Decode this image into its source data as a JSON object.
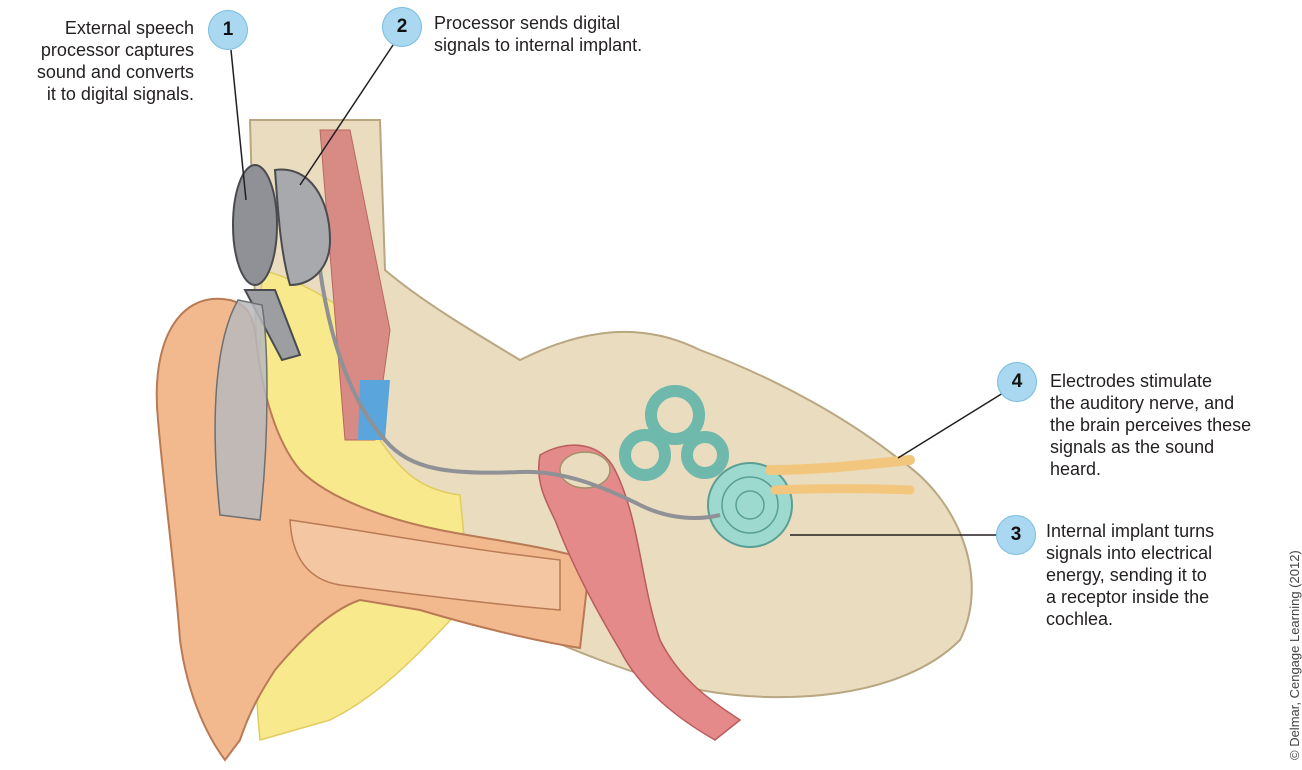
{
  "callouts": [
    {
      "number": "1",
      "lines": [
        "External speech",
        "processor captures",
        "sound and converts",
        "it to digital signals."
      ]
    },
    {
      "number": "2",
      "lines": [
        "Processor sends digital",
        "signals to internal implant."
      ]
    },
    {
      "number": "3",
      "lines": [
        "Internal implant turns",
        "signals into electrical",
        "energy, sending it to",
        "a receptor inside the",
        "cochlea."
      ]
    },
    {
      "number": "4",
      "lines": [
        "Electrodes stimulate",
        "the auditory nerve, and",
        "the brain perceives these",
        "signals as the sound",
        "heard."
      ]
    }
  ],
  "credit": "© Delmar, Cengage Learning (2012)",
  "colors": {
    "badge": "#a9d8f0",
    "skin": "#f2b98e",
    "bone": "#eadcbf",
    "fat": "#f7e98c",
    "cochlea": "#9ed9cf",
    "canal_tissue": "#e48a8a",
    "device": "#8f9196"
  }
}
